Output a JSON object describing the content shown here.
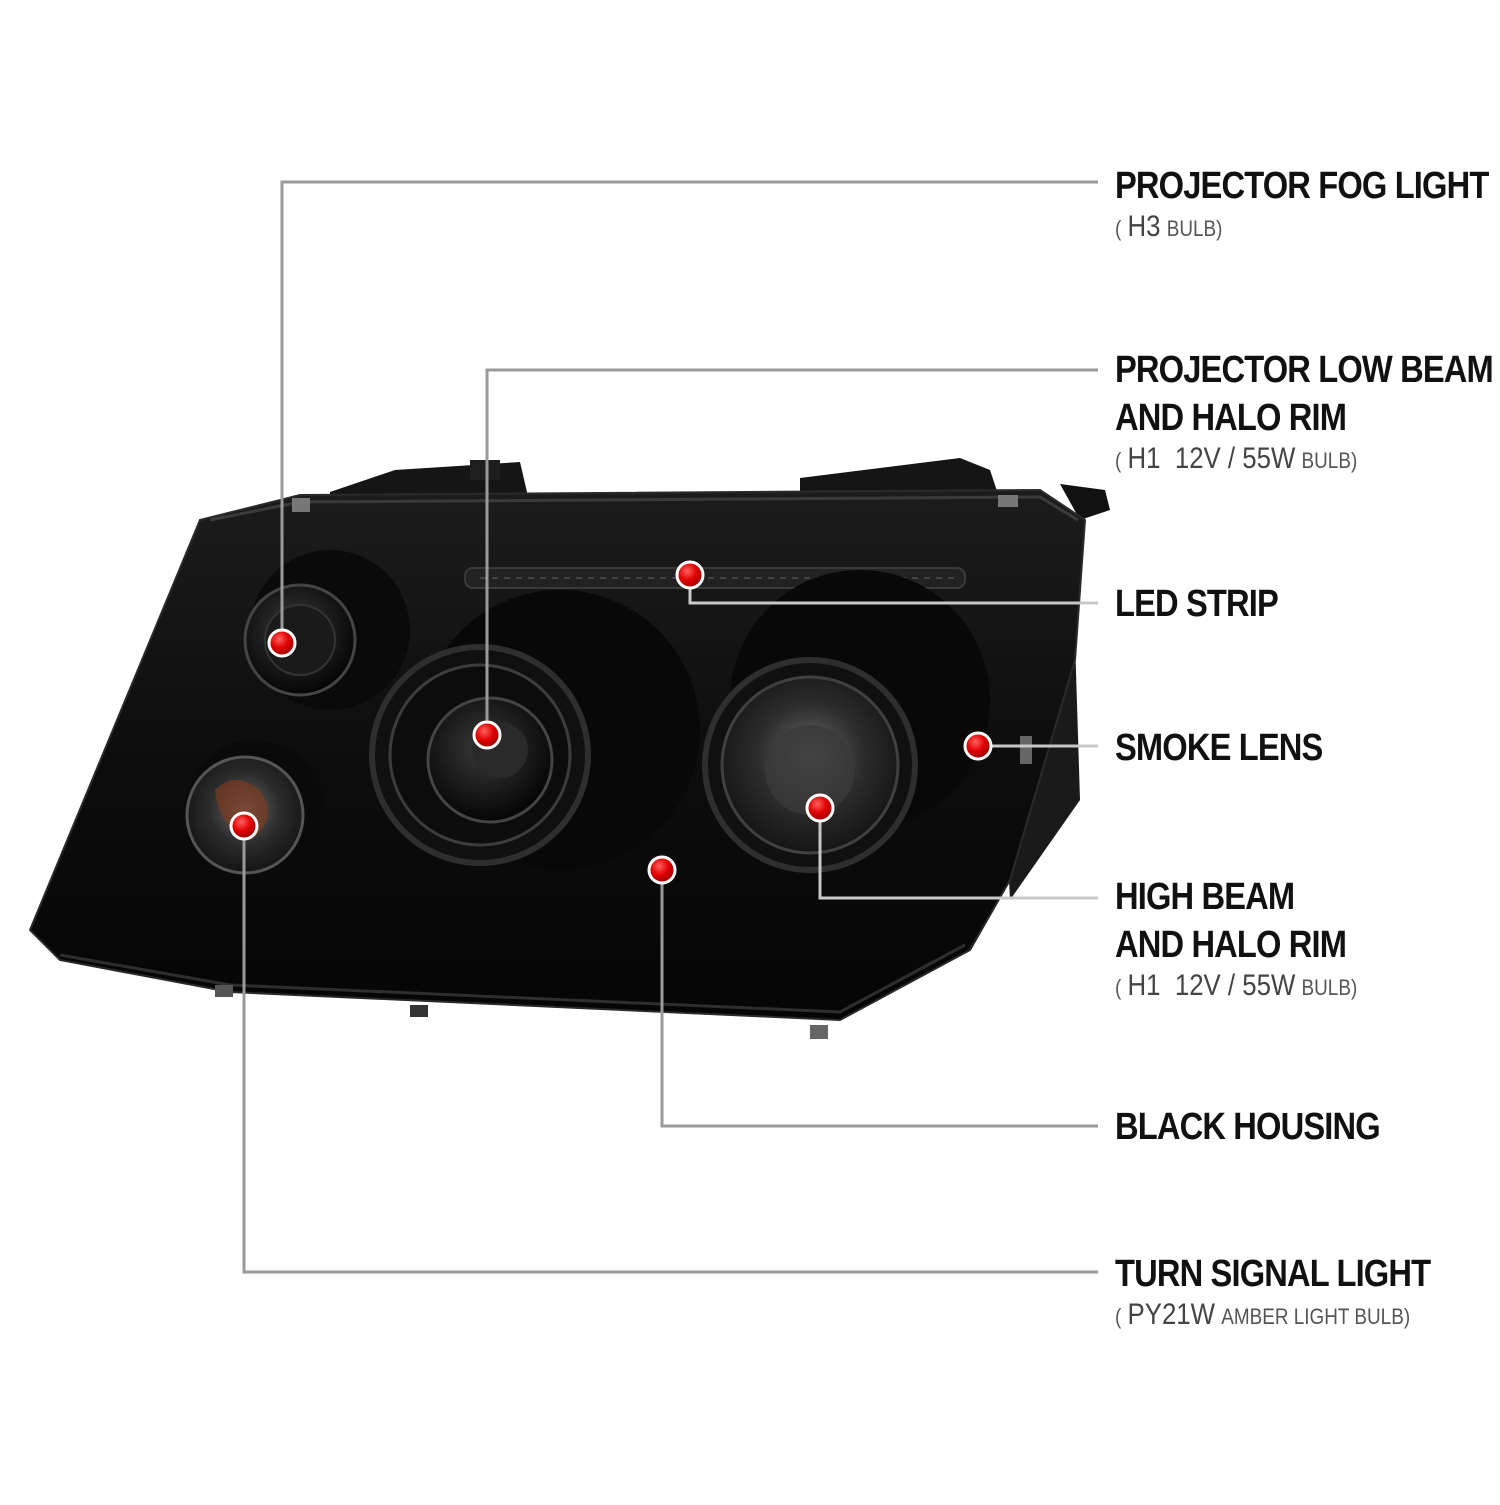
{
  "colors": {
    "background": "#ffffff",
    "housing": "#0e0e0e",
    "leader_line_start": "#9a9a9a",
    "leader_line_end": "#c00000",
    "marker": "#e00000",
    "text": "#111111",
    "spec_text": "#555555"
  },
  "callouts": [
    {
      "id": "fog",
      "title_lines": [
        "PROJECTOR FOG LIGHT"
      ],
      "spec": {
        "open": "(",
        "main": "H3",
        "detail": "BULB",
        "close": ")"
      }
    },
    {
      "id": "lowbeam",
      "title_lines": [
        "PROJECTOR LOW BEAM",
        "AND HALO RIM"
      ],
      "spec": {
        "open": "(",
        "main": "H1  12V / 55W",
        "detail": "BULB",
        "close": ")"
      }
    },
    {
      "id": "led",
      "title_lines": [
        "LED STRIP"
      ],
      "spec": null
    },
    {
      "id": "smoke",
      "title_lines": [
        "SMOKE LENS"
      ],
      "spec": null
    },
    {
      "id": "highbeam",
      "title_lines": [
        "HIGH BEAM",
        "AND HALO RIM"
      ],
      "spec": {
        "open": "(",
        "main": "H1  12V / 55W",
        "detail": "BULB",
        "close": ")"
      }
    },
    {
      "id": "housing",
      "title_lines": [
        "BLACK HOUSING"
      ],
      "spec": null
    },
    {
      "id": "turn",
      "title_lines": [
        "TURN SIGNAL LIGHT"
      ],
      "spec": {
        "open": "(",
        "main": "PY21W",
        "detail": "AMBER LIGHT BULB",
        "close": ")"
      }
    }
  ]
}
